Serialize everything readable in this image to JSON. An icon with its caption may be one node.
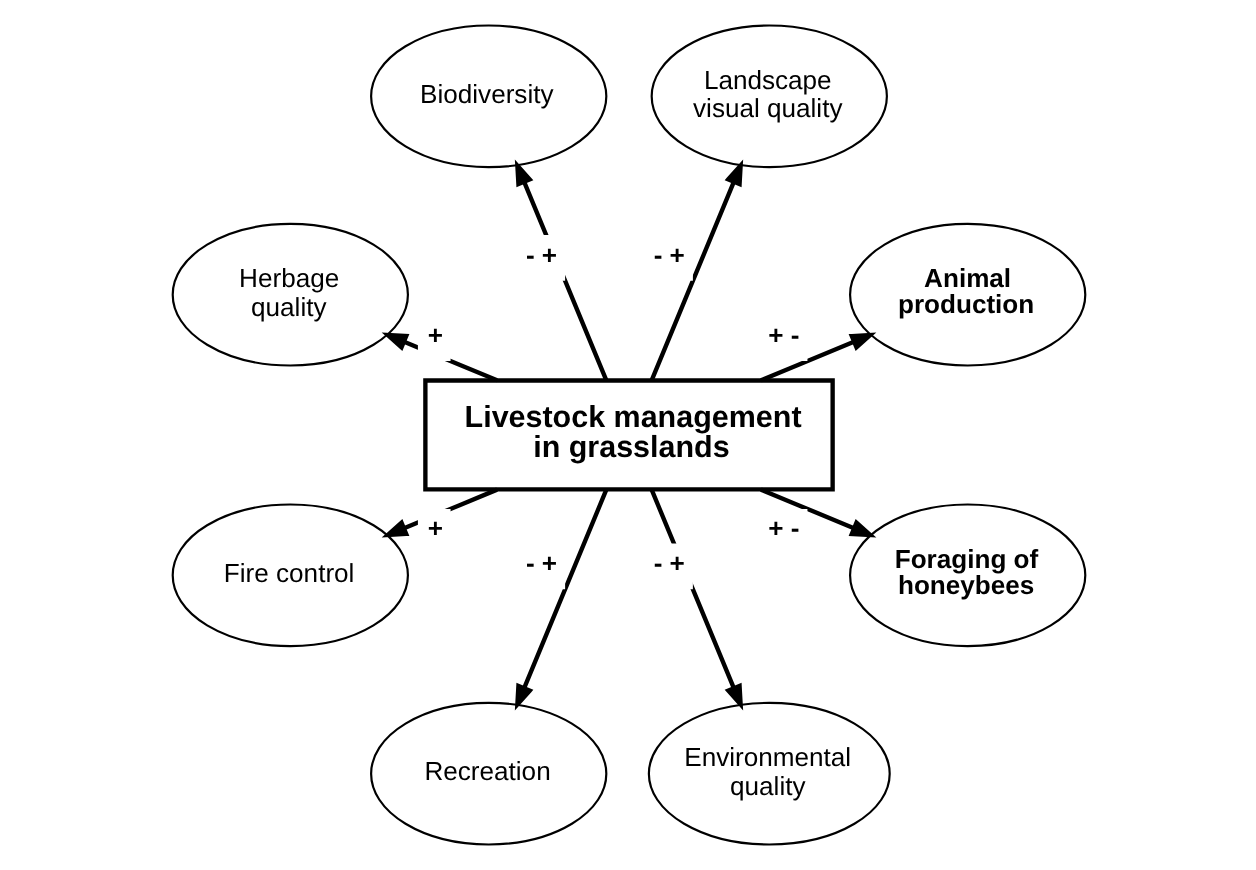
{
  "diagram": {
    "nodes": [
      {
        "text": [
          "Livestock management in grasslands"
        ]
      },
      {
        "text": [
          "Animal production"
        ]
      },
      {
        "text": [
          "Landscape visual quality"
        ]
      },
      {
        "text": [
          "Biodiversity"
        ]
      },
      {
        "text": [
          "Herbage quality"
        ]
      },
      {
        "text": [
          "Fire control"
        ]
      },
      {
        "text": [
          "Recreation"
        ]
      },
      {
        "text": [
          "Environmental quality"
        ]
      },
      {
        "text": [
          "Foraging of honeybees"
        ]
      }
    ],
    "edges": [
      {
        "from": 0,
        "to": 1,
        "arrow": "to",
        "label": "+ -"
      },
      {
        "from": 0,
        "to": 2,
        "arrow": "to",
        "label": "- +"
      },
      {
        "from": 0,
        "to": 3,
        "arrow": "to",
        "label": "- +"
      },
      {
        "from": 0,
        "to": 4,
        "arrow": "to",
        "label": "+"
      },
      {
        "from": 0,
        "to": 5,
        "arrow": "to",
        "label": "+"
      },
      {
        "from": 0,
        "to": 6,
        "arrow": "to",
        "label": "- +"
      },
      {
        "from": 0,
        "to": 7,
        "arrow": "to",
        "label": "- +"
      },
      {
        "from": 0,
        "to": 8,
        "arrow": "to",
        "label": "+ -"
      }
    ]
  }
}
